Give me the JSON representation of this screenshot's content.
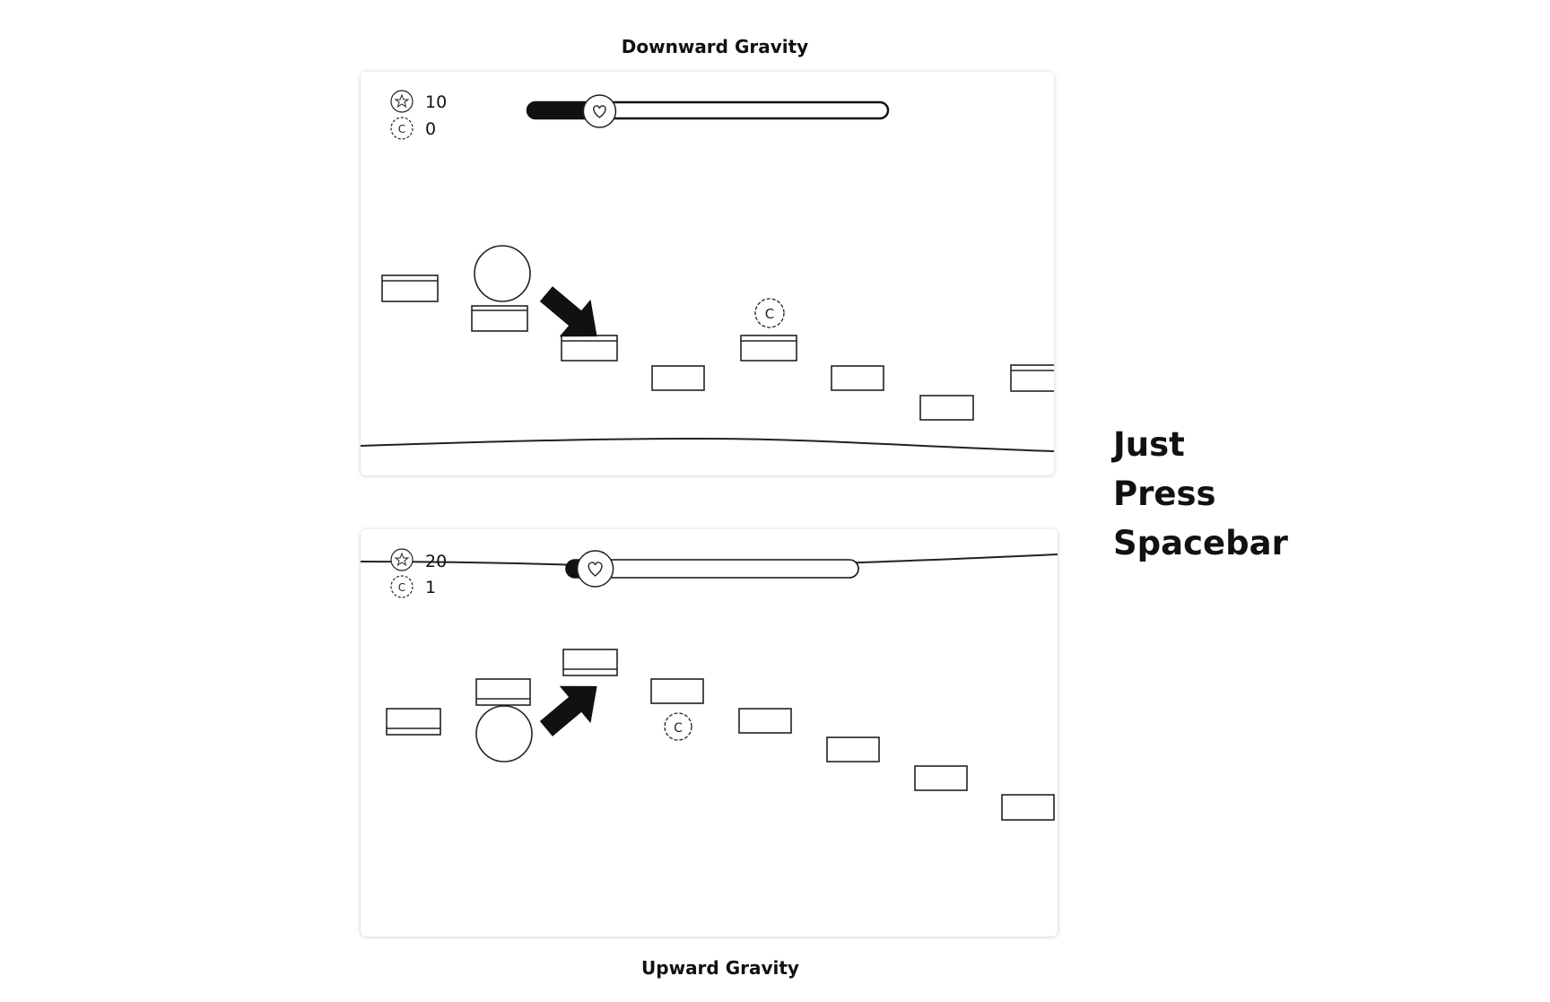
{
  "titles": {
    "top": "Downward Gravity",
    "bottom": "Upward Gravity"
  },
  "hint": {
    "line1": "Just",
    "line2": "Press",
    "line3": "Spacebar"
  },
  "scenes": {
    "downward": {
      "stars": "10",
      "coins": "0",
      "health_fraction": 0.2,
      "arrow_direction": "down-right",
      "icons": [
        "star-icon",
        "coin-icon",
        "heart-icon",
        "player-ball",
        "arrow-icon",
        "coin-pickup-icon"
      ],
      "coin_pickup_label": "C"
    },
    "upward": {
      "stars": "20",
      "coins": "1",
      "health_fraction": 0.1,
      "arrow_direction": "up-right",
      "icons": [
        "star-icon",
        "coin-icon",
        "heart-icon",
        "player-ball",
        "arrow-icon",
        "coin-pickup-icon"
      ],
      "coin_pickup_label": "C"
    }
  },
  "colors": {
    "background": "#ffffff",
    "ink": "#111111"
  }
}
